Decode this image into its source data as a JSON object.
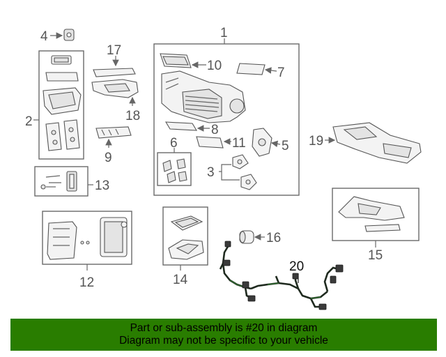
{
  "callouts": {
    "c1": "1",
    "c2": "2",
    "c3": "3",
    "c4": "4",
    "c5": "5",
    "c6": "6",
    "c7": "7",
    "c8": "8",
    "c9": "9",
    "c10": "10",
    "c11": "11",
    "c12": "12",
    "c13": "13",
    "c14": "14",
    "c15": "15",
    "c16": "16",
    "c17": "17",
    "c18": "18",
    "c19": "19",
    "c20": "20"
  },
  "footer": {
    "line1": "Part or sub-assembly is #20 in diagram",
    "line2": "Diagram may not be specific to your vehicle"
  },
  "colors": {
    "footer_bg": "#297d00",
    "highlight_wire": "#2f6b2f"
  }
}
